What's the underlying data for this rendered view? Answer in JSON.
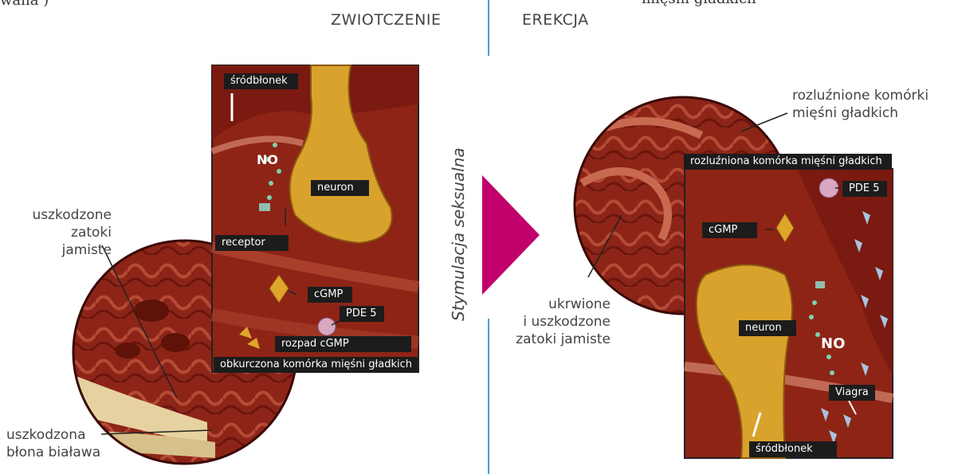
{
  "fragments": {
    "top_left": "wana )",
    "top_right": "mięśni gładkich"
  },
  "headers": {
    "left": "ZWIOTCZENIE",
    "right": "EREKCJA"
  },
  "transition_label": "Stymulacja seksualna",
  "left_panel": {
    "annotations": {
      "damaged_sinuses": [
        "uszkodzone",
        "zatoki jamiste"
      ],
      "damaged_tunica": [
        "uszkodzona",
        "błona biaława"
      ]
    },
    "labels": {
      "endothelium": "śródbłonek",
      "no": "NO",
      "neuron": "neuron",
      "receptor": "receptor",
      "cgmp": "cGMP",
      "pde5": "PDE 5",
      "cgmp_breakdown": "rozpad cGMP",
      "contracted_cell": "obkurczona komórka mięśni gładkich"
    }
  },
  "right_panel": {
    "annotations": {
      "relaxed_cells": [
        "rozluźnione komórki",
        "mięśni gładkich"
      ],
      "filled_sinuses": [
        "ukrwione",
        "i uszkodzone",
        "zatoki jamiste"
      ]
    },
    "labels": {
      "relaxed_cell": "rozluźniona komórka mięśni gładkich",
      "pde5": "PDE 5",
      "cgmp": "cGMP",
      "neuron": "neuron",
      "no": "NO",
      "viagra": "Viagra",
      "endothelium": "śródbłonek"
    }
  },
  "colors": {
    "tissue_dark": "#7a1a12",
    "tissue_mid": "#a8392a",
    "tissue_light": "#c25a45",
    "neuron": "#d9a22c",
    "arrow_magenta": "#c2006b",
    "divider": "#4a9fd1",
    "label_bg": "#1c1c1c"
  }
}
